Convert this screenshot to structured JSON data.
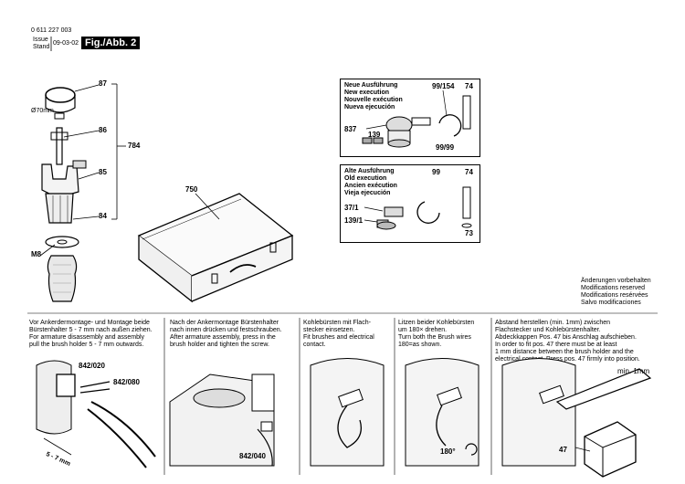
{
  "header": {
    "part_number": "0 611 227 003",
    "issue_label": "Issue",
    "stand_label": "Stand",
    "date": "09-03-02",
    "figure": "Fig./Abb. 2"
  },
  "callouts": {
    "c87": "87",
    "diam": "Ø70mm",
    "c86": "86",
    "c784": "784",
    "c85": "85",
    "c84": "84",
    "m8": "M8",
    "c750": "750"
  },
  "new_box": {
    "lines": [
      "Neue Ausführung",
      "New execution",
      "Nouvelle exécution",
      "Nueva ejecución"
    ],
    "c99_154": "99/154",
    "c74": "74",
    "c837": "837",
    "c139": "139",
    "c99_99": "99/99"
  },
  "old_box": {
    "lines": [
      "Alte Ausführung",
      "Old execution",
      "Ancien exécution",
      "Vieja ejecución"
    ],
    "c99": "99",
    "c74": "74",
    "c37_1": "37/1",
    "c139_1": "139/1",
    "c73": "73"
  },
  "notice": {
    "lines": [
      "Änderungen vorbehalten",
      "Modifications reserved",
      "Modifications resérvées",
      "Salvo modificaciones"
    ]
  },
  "steps": [
    {
      "text": "Vor Ankerdermontage- und Montage beide\nBürstenhalter 5 - 7 mm nach außen ziehen.\nFor armature disassembly and assembly\npull the brush holder 5 - 7 mm outwards."
    },
    {
      "text": "Nach der Ankermontage Bürstenhalter\nnach innen drücken und festschrauben.\nAfter armature assembly, press in the\nbrush holder and tighten the screw."
    },
    {
      "text": "Kohlebürsten mit Flach-\nstecker einsetzen.\nFit brushes and electrical\ncontact."
    },
    {
      "text": "Litzen beider Kohlebürsten\num 180× drehen.\nTurn both the Brush wires\n180=as shown."
    },
    {
      "text": "Abstand herstellen (min. 1mm) zwischen\nFlachstecker und Kohlebürstenhalter.\nAbdeckkappen Pos. 47 bis Anschlag aufschieben.\nIn order to fit pos. 47 there must be at least\n1 mm distance between the brush holder and the\nelectrical contact. Press pos. 47 firmly into position."
    }
  ],
  "step_labels": {
    "s1_842_020": "842/020",
    "s1_842_080": "842/080",
    "s1_dim": "5 - 7 mm",
    "s2_842_040": "842/040",
    "s4_rot": "180°",
    "s5_min": "min. 1mm",
    "s5_47": "47"
  }
}
